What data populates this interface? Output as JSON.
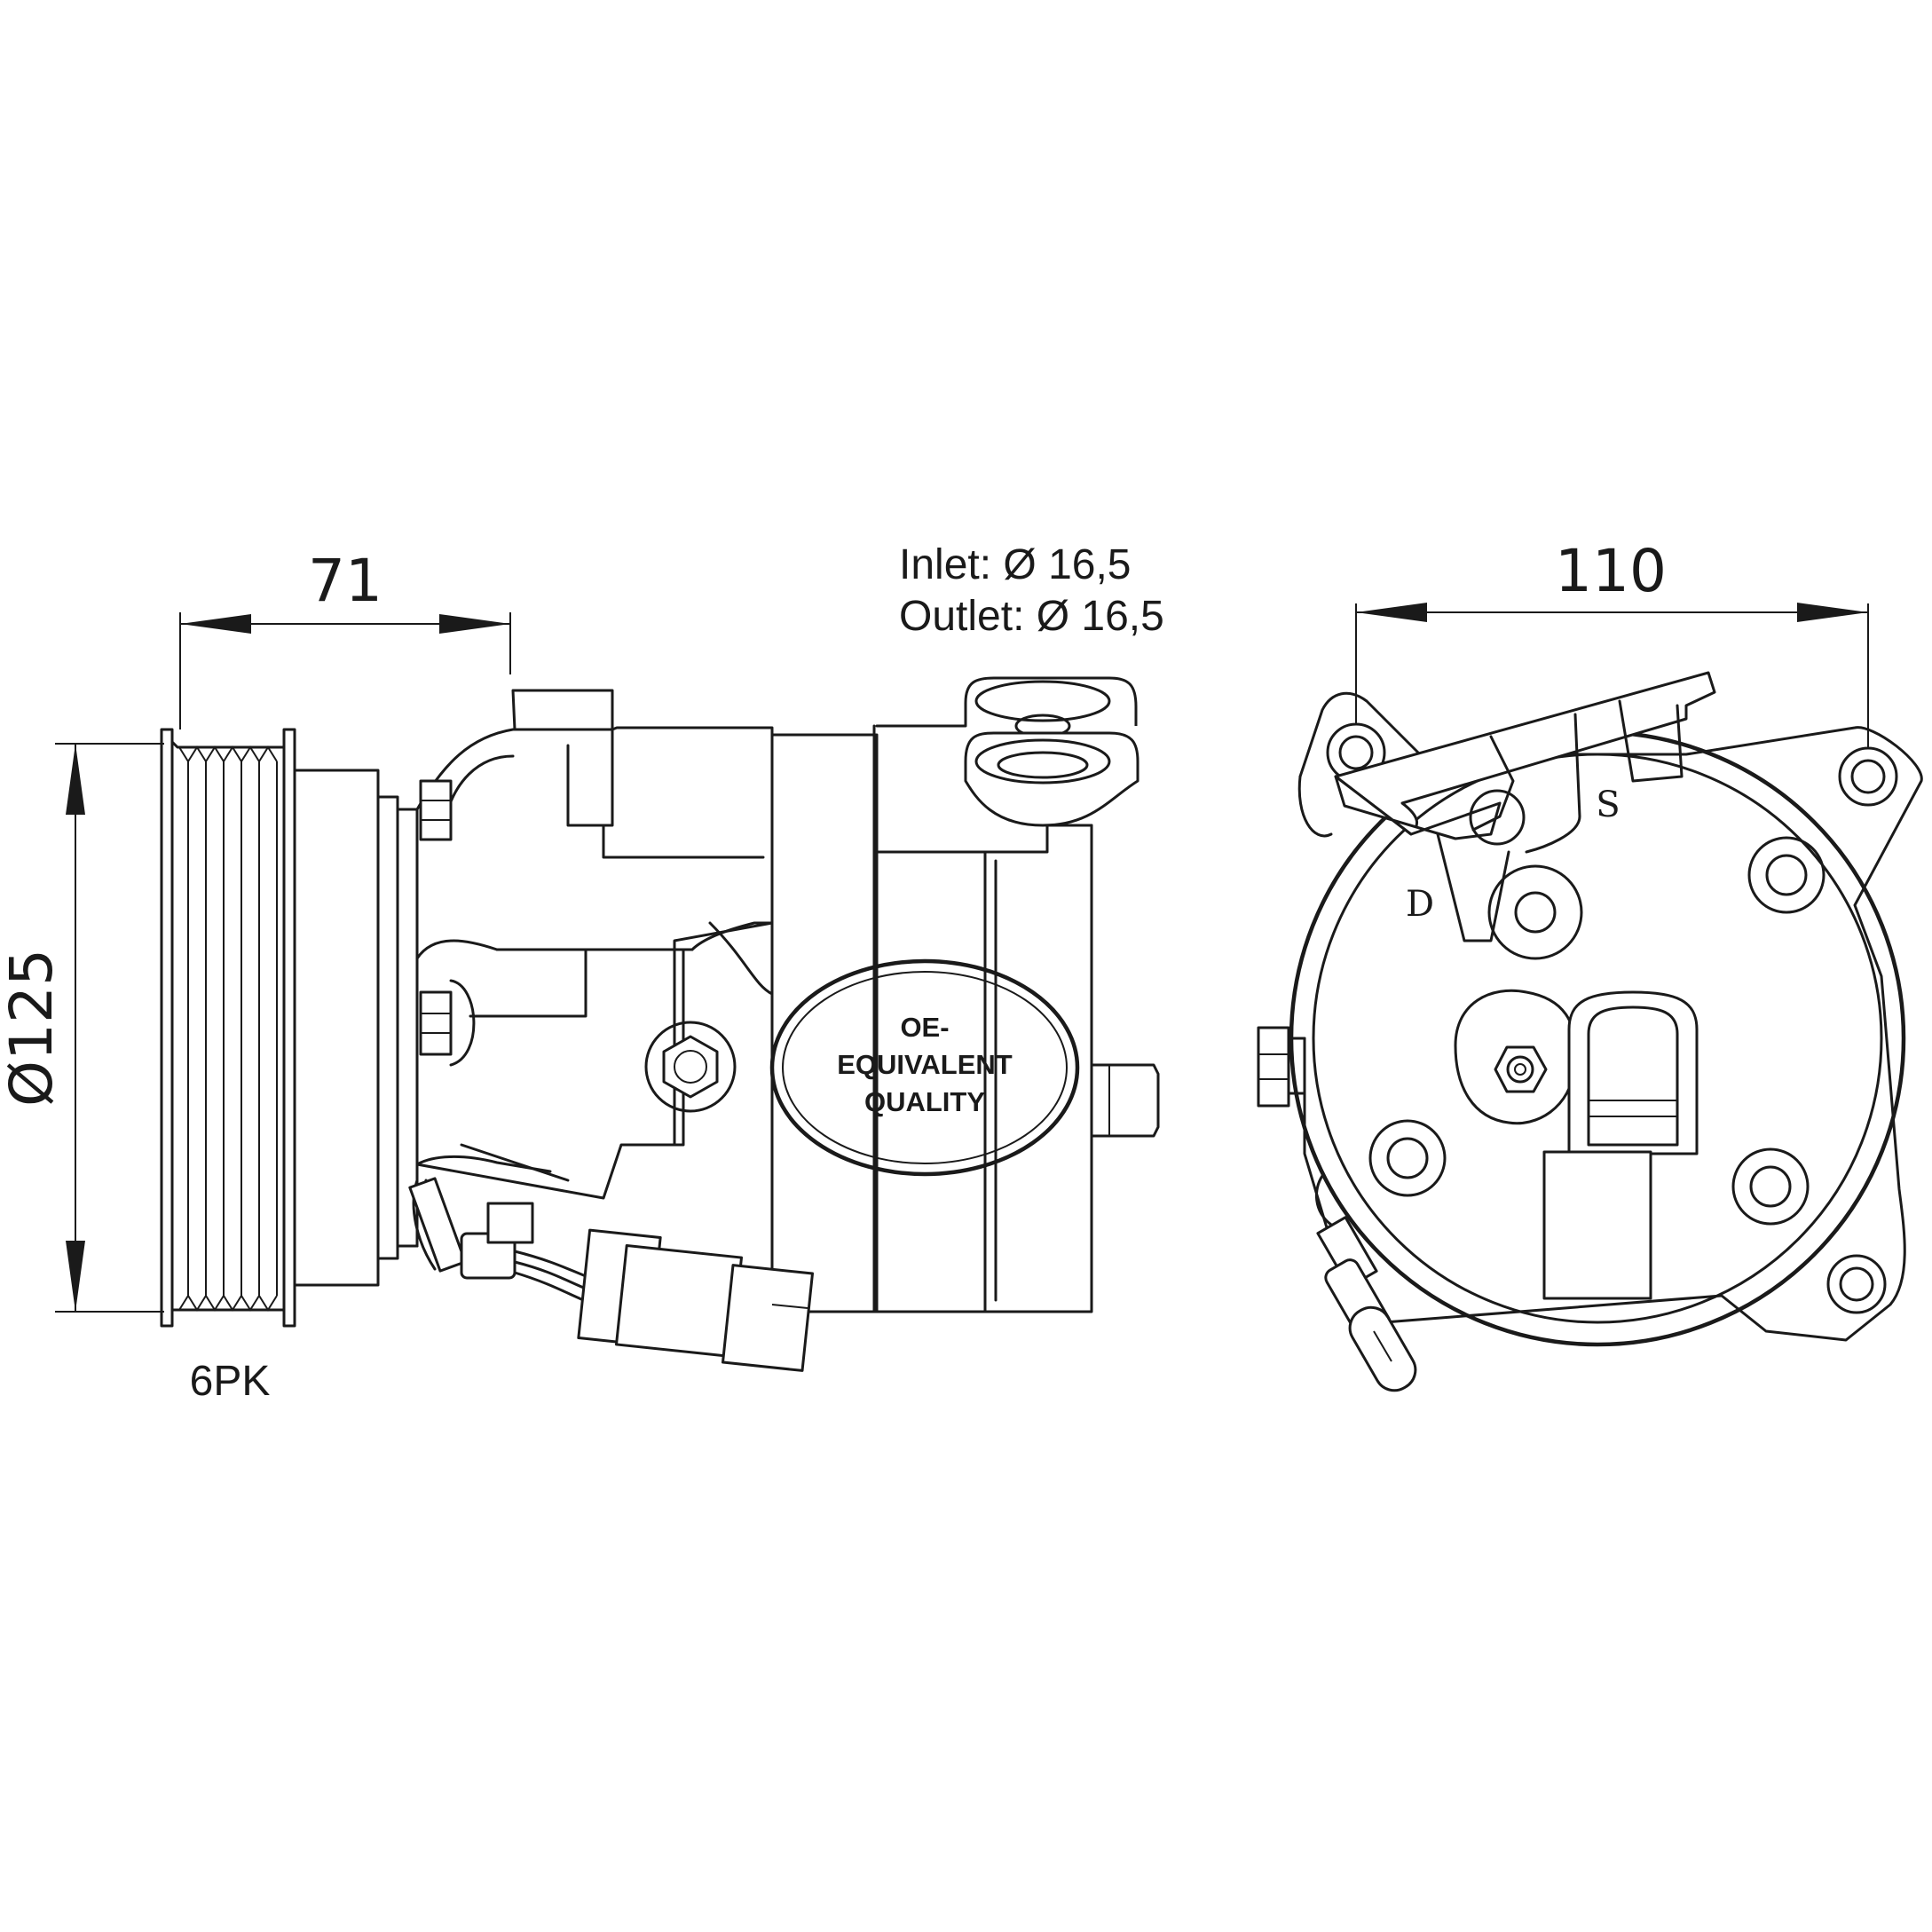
{
  "dimensions": {
    "depth": "71",
    "diameter": "Ø125",
    "width": "110"
  },
  "pulley": {
    "belt_type": "6PK"
  },
  "ports": {
    "inlet": "Inlet: Ø 16,5",
    "outlet": "Outlet: Ø 16,5",
    "discharge_mark": "D",
    "suction_mark": "S"
  },
  "badge": {
    "line1": "OE-",
    "line2": "EQUIVALENT",
    "line3": "QUALITY"
  },
  "colors": {
    "line": "#1a1a1a",
    "background": "#ffffff"
  }
}
